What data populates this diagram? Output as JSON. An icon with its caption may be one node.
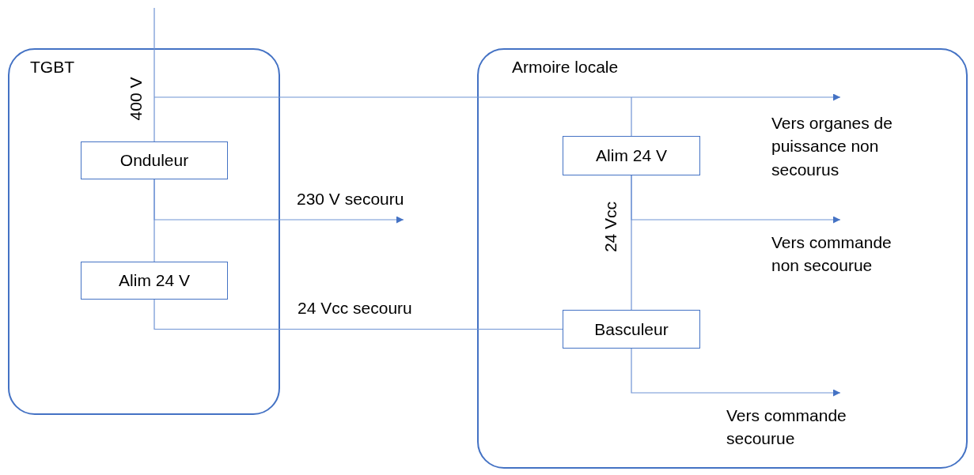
{
  "diagram": {
    "nodes": [
      {
        "text": [
          "TGBT"
        ]
      },
      {
        "text": [
          "Onduleur"
        ],
        "in": 0
      },
      {
        "text": [
          "Alim 24 V"
        ],
        "in": 0
      },
      {
        "text": [
          "Armoire locale"
        ]
      },
      {
        "text": [
          "Alim 24 V"
        ],
        "in": 3
      },
      {
        "text": [
          "Basculeur"
        ],
        "in": 3
      },
      {
        "text": [
          "Vers organes de puissance non secourus"
        ],
        "in": 3
      },
      {
        "text": [
          "Vers commande non secourue"
        ],
        "in": 3
      },
      {
        "text": [
          "Vers commande secourue"
        ],
        "in": 3
      }
    ],
    "edges": [
      {
        "from": null,
        "to": 1,
        "arrow": "none",
        "label": "400 V"
      },
      {
        "from": null,
        "to": 6,
        "arrow": "to"
      },
      {
        "from": null,
        "to": 4,
        "arrow": "none"
      },
      {
        "from": 1,
        "to": 2,
        "arrow": "none"
      },
      {
        "from": 1,
        "to": null,
        "arrow": "to",
        "label": "230 V secouru"
      },
      {
        "from": 2,
        "to": 5,
        "arrow": "none",
        "label": "24 Vcc secouru"
      },
      {
        "from": 4,
        "to": 5,
        "arrow": "none",
        "label": "24 Vcc"
      },
      {
        "from": 4,
        "to": 7,
        "arrow": "to"
      },
      {
        "from": 5,
        "to": 8,
        "arrow": "to"
      }
    ]
  }
}
